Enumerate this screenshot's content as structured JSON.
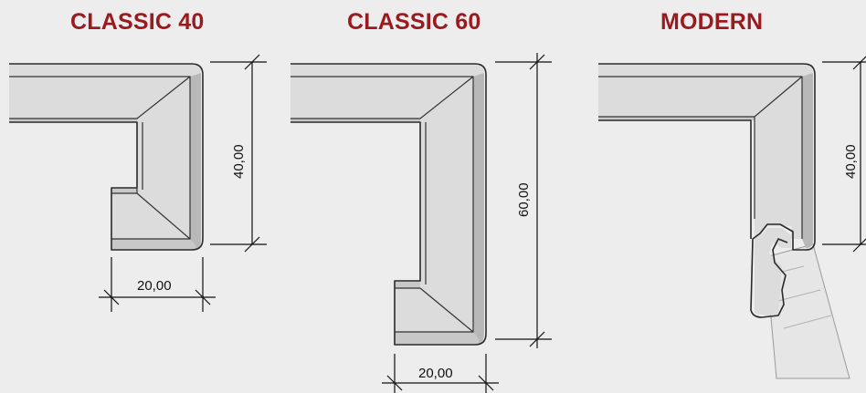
{
  "profiles": [
    {
      "title": "CLASSIC 40",
      "height_label": "40,00",
      "width_label": "20,00"
    },
    {
      "title": "CLASSIC 60",
      "height_label": "60,00",
      "width_label": "20,00"
    },
    {
      "title": "MODERN",
      "height_label": "40,00"
    }
  ]
}
